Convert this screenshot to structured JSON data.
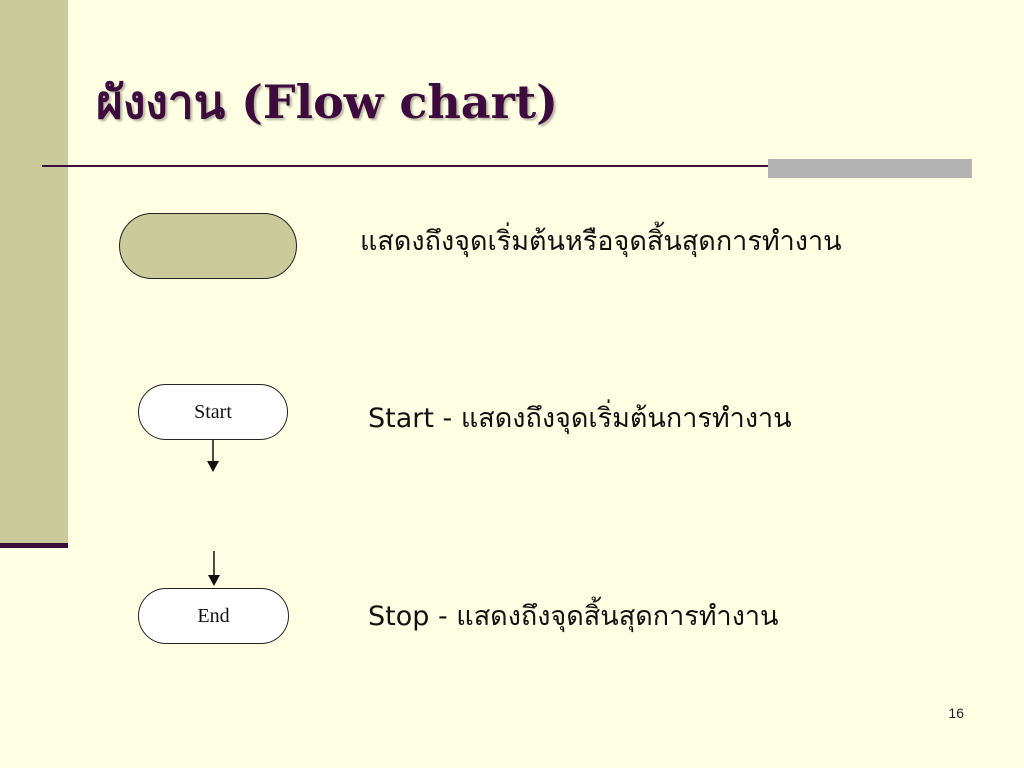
{
  "slide": {
    "title": "ผังงาน (Flow chart)",
    "page_number": "16"
  },
  "symbol": {
    "description": "แสดงถึงจุดเริ่มต้นหรือจุดสิ้นสุดการทำงาน"
  },
  "start": {
    "label": "Start",
    "description": "Start - แสดงถึงจุดเริ่มต้นการทำงาน"
  },
  "end": {
    "label": "End",
    "description": "Stop - แสดงถึงจุดสิ้นสุดการทำงาน"
  },
  "colors": {
    "background": "#ffffe3",
    "accent_band": "#cbca9a",
    "title": "#3d0b3d",
    "rule": "#3a0e3a"
  }
}
